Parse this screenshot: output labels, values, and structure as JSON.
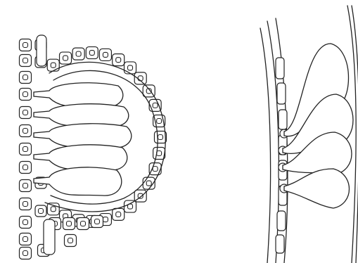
{
  "figure": {
    "panels": [
      {
        "key": "left",
        "description_icon": "glandular-pocket-cross-section"
      },
      {
        "key": "right",
        "description_icon": "glands-on-wall-side-view"
      }
    ],
    "colors": {
      "ink": "#222222",
      "background": "#ffffff"
    }
  }
}
